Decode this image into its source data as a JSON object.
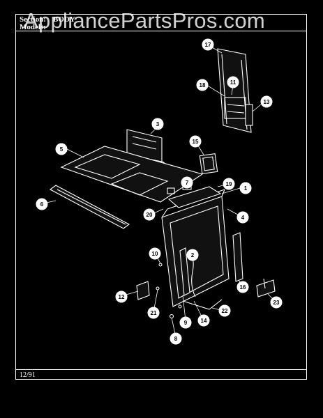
{
  "header": {
    "section_label": "Section:",
    "section_value": "BODY",
    "models_label": "Models:"
  },
  "watermark": "AppliancePartsPros.com",
  "footer": {
    "date": "12/91"
  },
  "callouts": [
    "1",
    "2",
    "3",
    "4",
    "5",
    "6",
    "8",
    "9",
    "10",
    "11",
    "12",
    "13",
    "14",
    "15",
    "16",
    "17",
    "18",
    "19",
    "20",
    "21",
    "22",
    "23"
  ]
}
